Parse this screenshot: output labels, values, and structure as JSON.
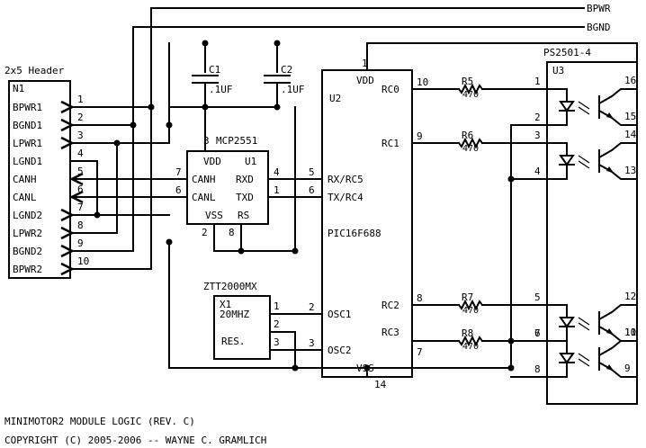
{
  "title": "MiniMotor2 Module Logic (Rev. C)",
  "copyright": "Copyright (c) 2005-2006 -- Wayne C. Gramlich",
  "nets": {
    "bpwr": "BPWR",
    "bgnd": "BGND"
  },
  "header": {
    "type": "2x5 Header",
    "ref": "N1",
    "pins": [
      {
        "name": "BPWR1",
        "num": "1"
      },
      {
        "name": "BGND1",
        "num": "2"
      },
      {
        "name": "LPWR1",
        "num": "3"
      },
      {
        "name": "LGND1",
        "num": "4"
      },
      {
        "name": "CANH",
        "num": "5"
      },
      {
        "name": "CANL",
        "num": "6"
      },
      {
        "name": "LGND2",
        "num": "7"
      },
      {
        "name": "LPWR2",
        "num": "8"
      },
      {
        "name": "BGND2",
        "num": "9"
      },
      {
        "name": "BPWR2",
        "num": "10"
      }
    ]
  },
  "c1": {
    "ref": "C1",
    "value": ".1UF"
  },
  "c2": {
    "ref": "C2",
    "value": ".1UF"
  },
  "can": {
    "part": "MCP2551",
    "ref": "U1",
    "vdd": "VDD",
    "canh": "CANH",
    "canl": "CANL",
    "vss": "VSS",
    "rxd": "RXD",
    "txd": "TXD",
    "rs": "RS",
    "pin_vdd": "3",
    "pin_canh": "7",
    "pin_canl": "6",
    "pin_rxd": "4",
    "pin_txd": "1",
    "pin_vss": "2",
    "pin_rs": "8"
  },
  "pic": {
    "part": "PIC16F688",
    "ref": "U2",
    "vdd": "VDD",
    "rc0": "RC0",
    "rc1": "RC1",
    "rxrc5": "RX/RC5",
    "txrc4": "TX/RC4",
    "rc2": "RC2",
    "osc1": "OSC1",
    "osc2": "OSC2",
    "rc3": "RC3",
    "vss": "VSS",
    "pin_vdd": "1",
    "pin_rc0": "10",
    "pin_rc1": "9",
    "pin_rx": "5",
    "pin_tx": "6",
    "pin_rc2": "8",
    "pin_osc1": "2",
    "pin_osc2": "3",
    "pin_rc3": "7",
    "pin_vss": "14"
  },
  "xtal": {
    "part": "ZTT2000MX",
    "ref": "X1",
    "freq": "20MHZ",
    "res": "RES.",
    "p1": "1",
    "p2": "2",
    "p3": "3"
  },
  "resistors": [
    {
      "ref": "R5",
      "value": "470"
    },
    {
      "ref": "R6",
      "value": "470"
    },
    {
      "ref": "R7",
      "value": "470"
    },
    {
      "ref": "R8",
      "value": "470"
    }
  ],
  "opto": {
    "part": "PS2501-4",
    "ref": "U3",
    "left_pins": [
      "1",
      "2",
      "3",
      "4",
      "5",
      "6",
      "7",
      "8"
    ],
    "right_pins": [
      "16",
      "15",
      "14",
      "13",
      "12",
      "11",
      "10",
      "9"
    ]
  }
}
